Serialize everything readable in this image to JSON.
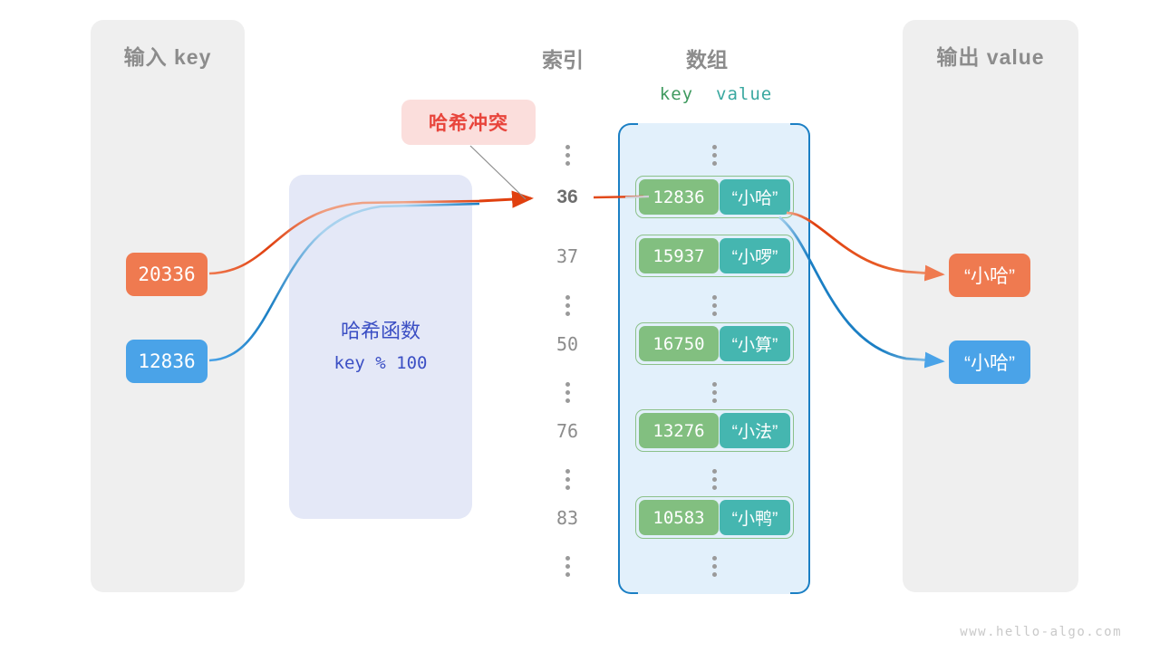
{
  "watermark": "www.hello-algo.com",
  "panels": {
    "input": {
      "title": "输入 key"
    },
    "output": {
      "title": "输出 value"
    }
  },
  "headers": {
    "index": "索引",
    "array": "数组",
    "key": "key",
    "value": "value"
  },
  "hash_function": {
    "title": "哈希函数",
    "formula": "key % 100"
  },
  "collision": {
    "label": "哈希冲突"
  },
  "input_keys": [
    {
      "value": "20336",
      "color": "#ef7a50"
    },
    {
      "value": "12836",
      "color": "#4aa3e8"
    }
  ],
  "output_values": [
    {
      "value": "“小哈”",
      "color": "#ef7a50"
    },
    {
      "value": "“小哈”",
      "color": "#4aa3e8"
    }
  ],
  "highlight_index": "36",
  "indices": [
    "36",
    "37",
    "50",
    "76",
    "83"
  ],
  "buckets": [
    {
      "index": "36",
      "key": "12836",
      "value": "“小哈”"
    },
    {
      "index": "37",
      "key": "15937",
      "value": "“小啰”"
    },
    {
      "index": "50",
      "key": "16750",
      "value": "“小算”"
    },
    {
      "index": "76",
      "key": "13276",
      "value": "“小法”"
    },
    {
      "index": "83",
      "key": "10583",
      "value": "“小鸭”"
    }
  ],
  "colors": {
    "key_cell": "#82bf80",
    "value_cell": "#45b6b0",
    "array_bg": "#e2f0fb",
    "array_border": "#1b7fc4",
    "hash_box_bg": "#e4e8f7",
    "hash_text": "#3b4fc4",
    "collision_bg": "#fbdedc",
    "collision_text": "#e8453c",
    "panel_bg": "#efefef",
    "orange": "#ef7a50",
    "blue": "#4aa3e8"
  }
}
